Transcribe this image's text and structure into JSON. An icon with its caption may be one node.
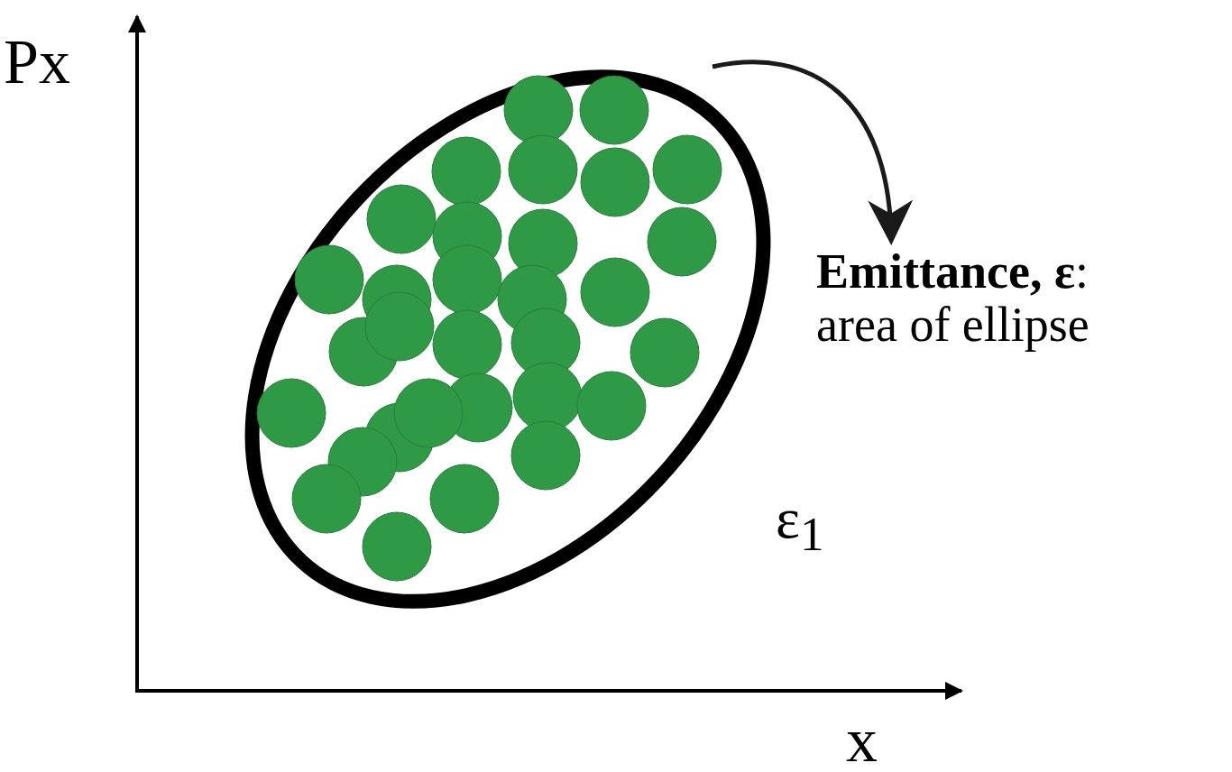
{
  "diagram": {
    "nodes": [
      {
        "text": [],
        "shape": "ellipse",
        "beside": [
          "ε$_{1}$"
        ]
      },
      {
        "text": [
          "**Emittance, ε**:",
          "area of ellipse"
        ]
      }
    ],
    "edges": [
      {
        "from": 0,
        "to": 1,
        "arrow": "to"
      }
    ],
    "labels": [
      "Px",
      "x"
    ]
  }
}
